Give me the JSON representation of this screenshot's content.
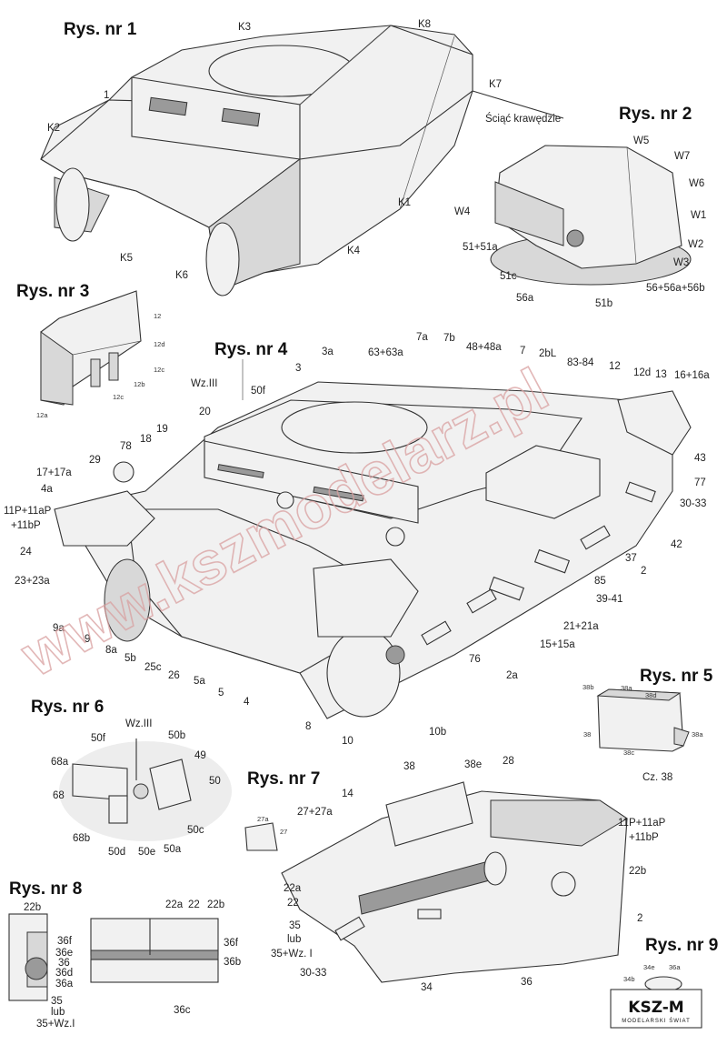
{
  "watermark": "www.kszmodelarz.pl",
  "figures": {
    "rys1": {
      "title": "Rys. nr 1",
      "labels": [
        "K3",
        "K8",
        "K7",
        "1",
        "Ściąć krawędzie",
        "K2",
        "K1",
        "K5",
        "K6",
        "K4"
      ]
    },
    "rys2": {
      "title": "Rys. nr 2",
      "labels": [
        "W5",
        "W7",
        "W6",
        "W4",
        "W1",
        "W2",
        "W3",
        "51+51a",
        "51c",
        "56a",
        "51b",
        "56+56a+56b"
      ]
    },
    "rys3": {
      "title": "Rys. nr 3",
      "labels": [
        "12",
        "12d",
        "12c",
        "12b",
        "12c",
        "12a"
      ]
    },
    "rys4": {
      "title": "Rys. nr 4",
      "labels": [
        "Wz.III",
        "50f",
        "3",
        "3a",
        "63+63a",
        "7a",
        "7b",
        "48+48a",
        "7",
        "2bL",
        "83-84",
        "12",
        "12d",
        "13",
        "16+16a",
        "20",
        "19",
        "18",
        "78",
        "29",
        "43",
        "77",
        "17+17a",
        "4a",
        "11P+11aP",
        "+11bP",
        "30-33",
        "24",
        "42",
        "37",
        "23+23a",
        "85",
        "2",
        "39-41",
        "9a",
        "9",
        "8a",
        "5b",
        "25c",
        "26",
        "5a",
        "5",
        "4",
        "21+21a",
        "15+15a",
        "76",
        "2a",
        "8",
        "10",
        "10b"
      ]
    },
    "rys5": {
      "title": "Rys. nr 5",
      "labels": [
        "38b",
        "38a",
        "38d",
        "38",
        "38a",
        "38c",
        "Cz. 38"
      ]
    },
    "rys6": {
      "title": "Rys. nr 6",
      "labels": [
        "Wz.III",
        "50f",
        "50b",
        "49",
        "68a",
        "50",
        "68",
        "68b",
        "50d",
        "50e",
        "50a",
        "50c"
      ]
    },
    "rys7": {
      "title": "Rys. nr 7",
      "labels": [
        "38",
        "38e",
        "28",
        "14",
        "27+27a",
        "27a",
        "27",
        "11P+11aP",
        "+11bP",
        "22b",
        "22a",
        "22",
        "35",
        "lub",
        "35+Wz. I",
        "30-33",
        "34",
        "36",
        "2"
      ]
    },
    "rys8": {
      "title": "Rys. nr 8",
      "labels": [
        "22b",
        "22a",
        "22",
        "22b",
        "36f",
        "36f",
        "36e",
        "36",
        "36b",
        "36d",
        "36a",
        "35",
        "lub",
        "35+Wz.I",
        "36c"
      ]
    },
    "rys9": {
      "title": "Rys. nr 9",
      "labels": [
        "34e",
        "36a",
        "34b"
      ]
    }
  },
  "logo": {
    "main": "KSZ-M",
    "sub": "MODELARSKI ŚWIAT"
  }
}
